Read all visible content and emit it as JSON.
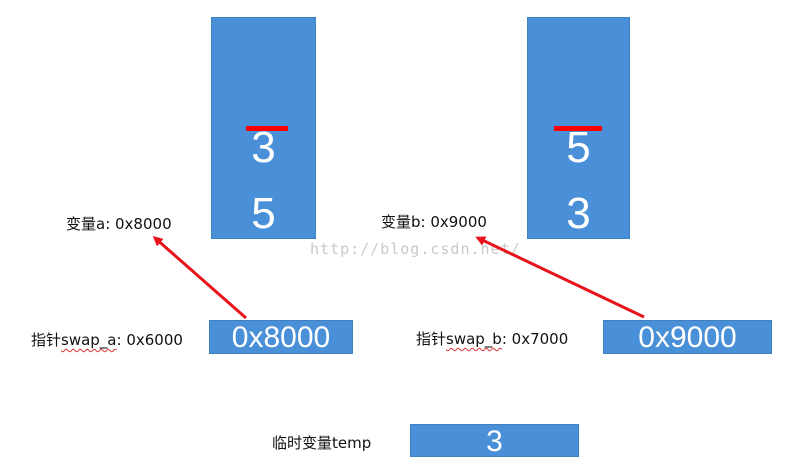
{
  "var_a": {
    "old_value": "3",
    "new_value": "5",
    "label": "变量a: 0x8000"
  },
  "var_b": {
    "old_value": "5",
    "new_value": "3",
    "label": "变量b: 0x9000"
  },
  "pointer_a": {
    "label_prefix": "指针",
    "label_name": "swap_a",
    "label_suffix": ": 0x6000",
    "value": "0x8000"
  },
  "pointer_b": {
    "label_prefix": "指针",
    "label_name": "swap_b",
    "label_suffix": ": 0x7000",
    "value": "0x9000"
  },
  "temp": {
    "label": "临时变量temp",
    "value": "3"
  },
  "watermark": "http://blog.csdn.net/",
  "colors": {
    "box_fill": "#4a90d9",
    "arrow": "#e8141c",
    "strike": "#ff0000"
  }
}
